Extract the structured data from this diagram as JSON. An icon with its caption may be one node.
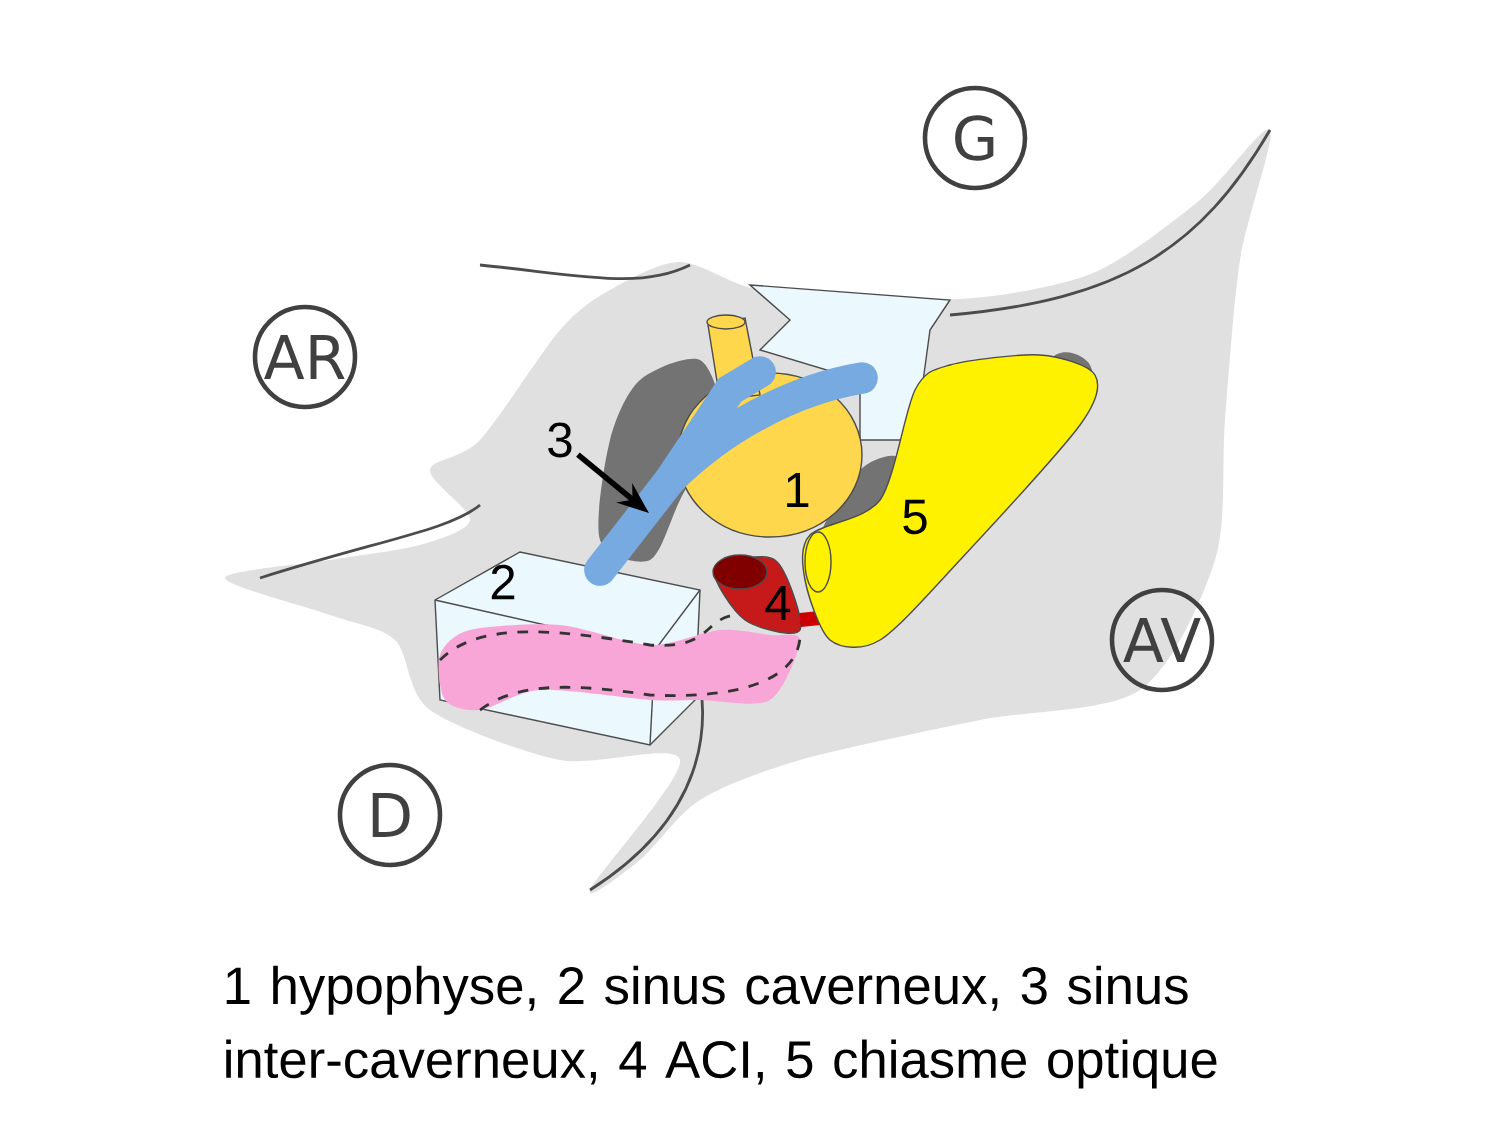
{
  "diagram": {
    "caption": "1 hypophyse, 2 sinus caverneux, 3 sinus inter-caverneux, 4 ACI, 5 chiasme optique",
    "nodes": [
      {
        "text": [
          "3"
        ]
      },
      {
        "text": [],
        "shape": "picture"
      }
    ],
    "edges": [
      {
        "from": 0,
        "to": 1,
        "arrow": "to"
      }
    ],
    "labels": [
      "G",
      "AR",
      "1",
      "5",
      "2",
      "4",
      "AV",
      "D"
    ]
  }
}
